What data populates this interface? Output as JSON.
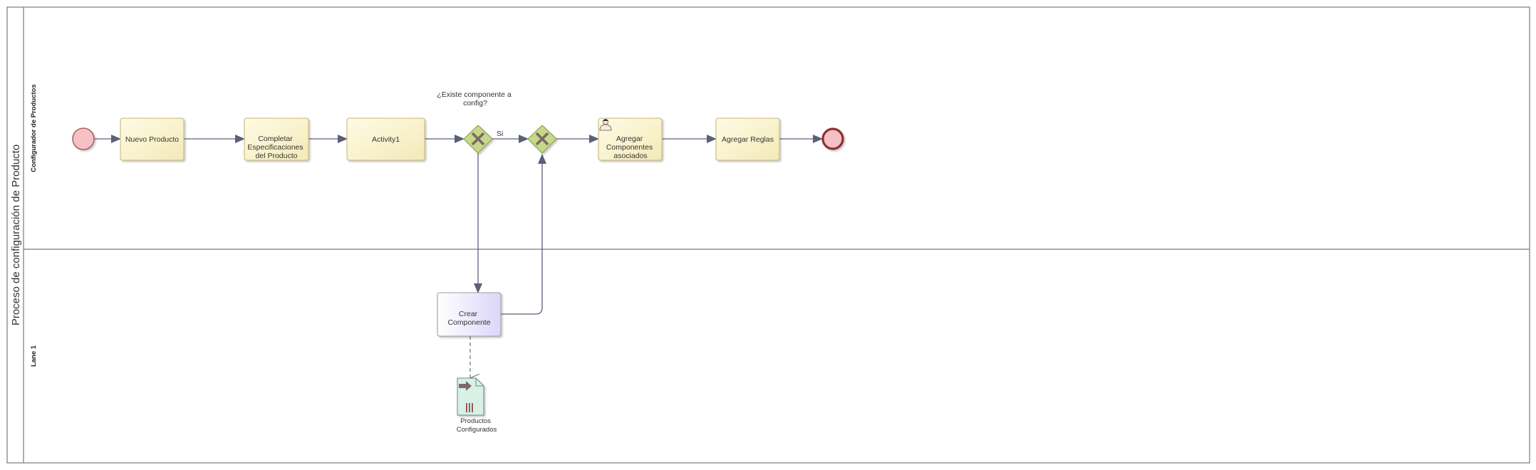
{
  "diagram": {
    "pool": {
      "title": "Proceso de configuración de Producto"
    },
    "lanes": [
      {
        "id": "lane-configurador",
        "title": "Configurador de Productos"
      },
      {
        "id": "lane-1",
        "title": "Lane 1"
      }
    ],
    "tasks": [
      {
        "id": "nuevo-producto",
        "lines": [
          "Nuevo Producto"
        ]
      },
      {
        "id": "completar-especificaciones",
        "lines": [
          "Completar",
          "Especificaciones",
          "del Producto"
        ]
      },
      {
        "id": "activity1",
        "lines": [
          "Activity1"
        ]
      },
      {
        "id": "agregar-componentes",
        "lines": [
          "Agregar",
          "Componentes",
          "asociados"
        ],
        "type": "user-task"
      },
      {
        "id": "agregar-reglas",
        "lines": [
          "Agregar Reglas"
        ]
      },
      {
        "id": "crear-componente",
        "lines": [
          "Crear",
          "Componente"
        ]
      }
    ],
    "gateways": [
      {
        "id": "gateway-existe-componente",
        "type": "exclusive",
        "question_lines": [
          "¿Existe componente a",
          "config?"
        ]
      },
      {
        "id": "gateway-merge",
        "type": "exclusive"
      }
    ],
    "flow_labels": {
      "si": "Si"
    },
    "data_object": {
      "id": "productos-configurados",
      "lines": [
        "Productos",
        "Configurados"
      ]
    },
    "colors": {
      "task_fill": "#fbf6d0",
      "task_stroke": "#c8b87a",
      "task_alt_fill": "#ebe6fb",
      "task_alt_stroke": "#a89a8e",
      "event_fill": "#f6c0c4",
      "event_stroke": "#9a5055",
      "gateway_fill": "#c6d88a",
      "gateway_stroke": "#8aa050",
      "gateway_mark": "#7a6a6a",
      "flow": "#5a6078",
      "doc_fill": "#d8f0e6",
      "doc_stroke": "#6a8a7a"
    }
  }
}
